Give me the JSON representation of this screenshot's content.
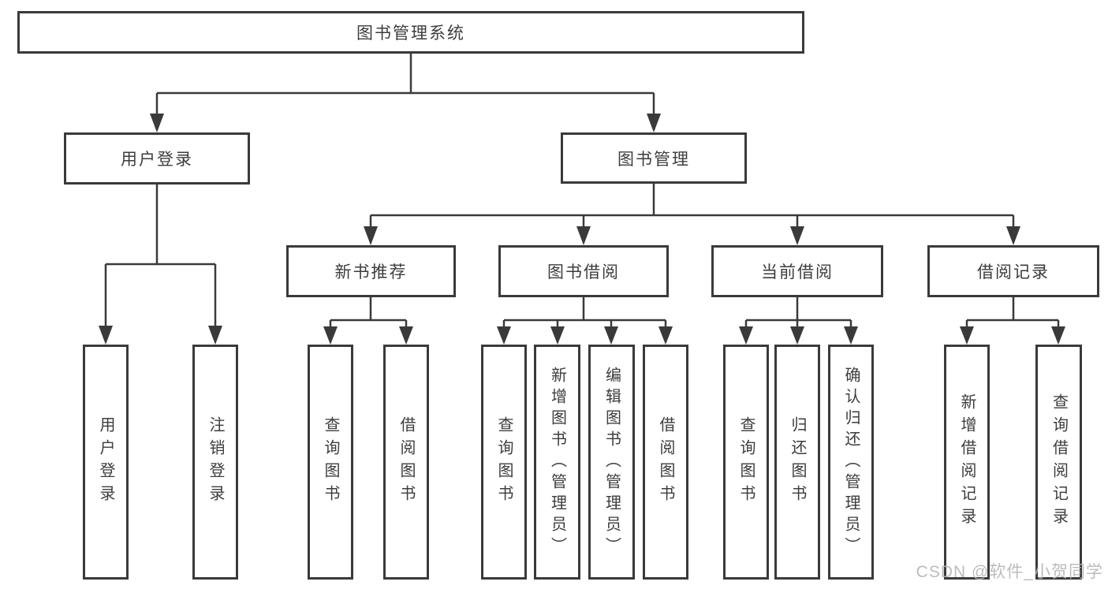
{
  "title": {
    "label": "图书管理系统"
  },
  "modules": {
    "user_login": {
      "label": "用户登录",
      "children": [
        {
          "label": "用户登录"
        },
        {
          "label": "注销登录"
        }
      ]
    },
    "book_mgmt": {
      "label": "图书管理",
      "sections": [
        {
          "label": "新书推荐",
          "children": [
            {
              "label": "查询图书"
            },
            {
              "label": "借阅图书"
            }
          ]
        },
        {
          "label": "图书借阅",
          "children": [
            {
              "label": "查询图书"
            },
            {
              "label": "新增图书（管理员）"
            },
            {
              "label": "编辑图书（管理员）"
            },
            {
              "label": "借阅图书"
            }
          ]
        },
        {
          "label": "当前借阅",
          "children": [
            {
              "label": "查询图书"
            },
            {
              "label": "归还图书"
            },
            {
              "label": "确认归还（管理员）"
            }
          ]
        },
        {
          "label": "借阅记录",
          "children": [
            {
              "label": "新增借阅记录"
            },
            {
              "label": "查询借阅记录"
            }
          ]
        }
      ]
    }
  },
  "watermark": {
    "text": "CSDN @软件_小贺同学"
  },
  "colors": {
    "line": "#3a3a3a",
    "text": "#3d3d3d",
    "background": "#ffffff",
    "watermark": "#b5b5b5"
  }
}
